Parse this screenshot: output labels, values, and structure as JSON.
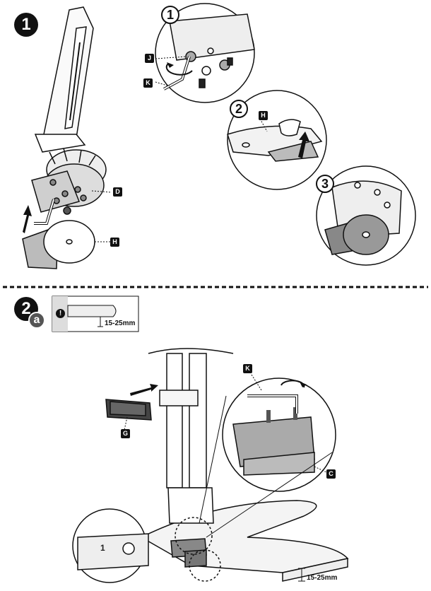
{
  "steps": {
    "step1": "1",
    "step2": "2",
    "step2_sub": "a",
    "detail1": "1",
    "detail2": "2",
    "detail3": "3"
  },
  "labels": {
    "J": "J",
    "K_top": "K",
    "D": "D",
    "H_top": "H",
    "H_mid": "H",
    "K_bottom": "K",
    "G": "G",
    "C": "C"
  },
  "dimensions": {
    "thickness_small": "15-25mm",
    "thickness_large": "15-25mm",
    "warning_icon": "!",
    "part_number": "1"
  },
  "icons": [
    "warning-icon",
    "rotation-arrow-icon",
    "push-arrow-icon",
    "allen-key-icon"
  ]
}
